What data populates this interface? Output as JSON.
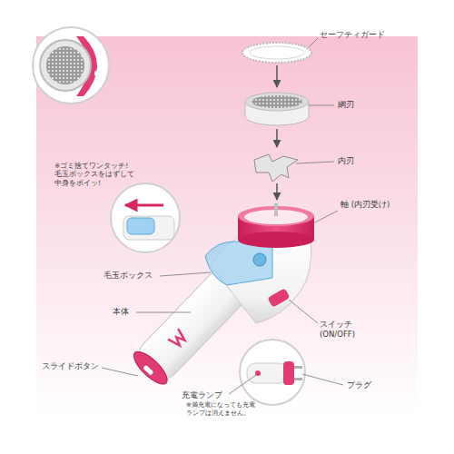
{
  "diagram": {
    "labels": [
      "セーフティガード",
      "網刃",
      "内刃",
      "軸 (内刃受け)",
      "※ゴミ捨てワンタッチ! 毛玉ボックスをはずして 中身をポイッ!",
      "毛玉ボックス",
      "本体",
      "スイッチ (ON/OFF)",
      "スライドボタン",
      "充電ランプ",
      "※満充電になっても充電 ランプは消えません。",
      "プラグ"
    ]
  }
}
